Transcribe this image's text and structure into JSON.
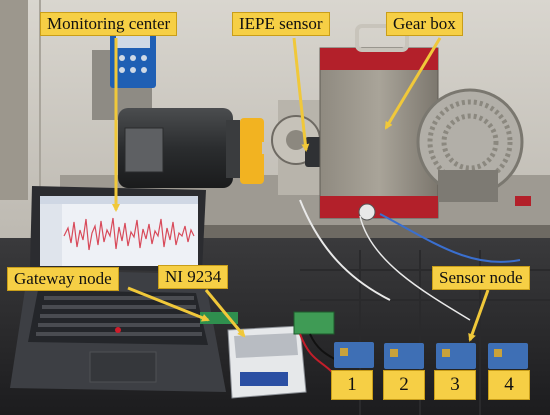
{
  "callouts": {
    "monitoring_center": "Monitoring center",
    "iepe_sensor": "IEPE sensor",
    "gear_box": "Gear box",
    "gateway_node": "Gateway node",
    "ni_module": "NI 9234",
    "sensor_node": "Sensor node"
  },
  "sensor_numbers": [
    "1",
    "2",
    "3",
    "4"
  ],
  "colors": {
    "callout_fill": "#f6cf45",
    "arrow": "#f0c83a",
    "gearbox_red": "#b3202a",
    "signal_red": "#d84a5a"
  }
}
